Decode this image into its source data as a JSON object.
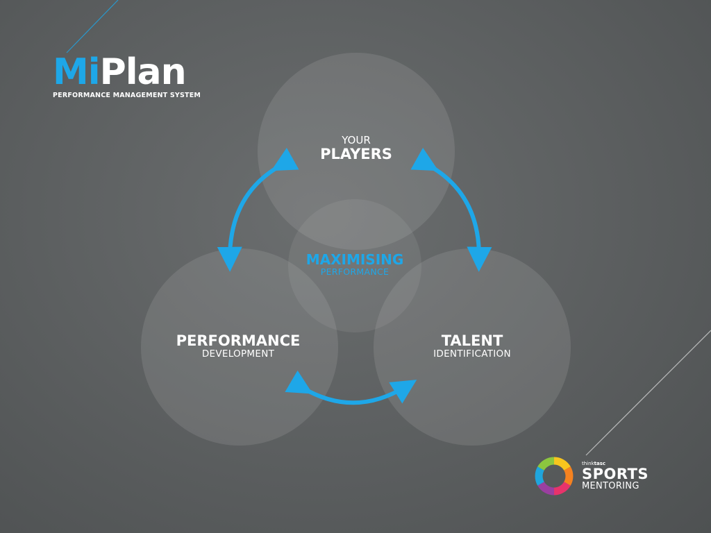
{
  "logo": {
    "mi": "Mi",
    "plan": "Plan",
    "tagline": "PERFORMANCE MANAGEMENT SYSTEM"
  },
  "diagram": {
    "top": {
      "line1": "YOUR",
      "line2": "PLAYERS"
    },
    "left": {
      "line1": "PERFORMANCE",
      "line2": "DEVELOPMENT"
    },
    "right": {
      "line1": "TALENT",
      "line2": "IDENTIFICATION"
    },
    "center": {
      "line1": "MAXIMISING",
      "line2": "PERFORMANCE"
    }
  },
  "sponsor": {
    "brand_prefix": "think",
    "brand_suffix": "tasc",
    "line1": "SPORTS",
    "line2": "MENTORING"
  },
  "colors": {
    "accent": "#1ea7e8",
    "background": "#5e6162",
    "text": "#ffffff"
  }
}
